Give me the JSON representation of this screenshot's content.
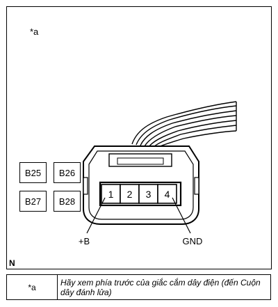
{
  "diagram": {
    "callout": "*a",
    "corner_mark": "N",
    "connectors": [
      "B25",
      "B26",
      "B27",
      "B28"
    ],
    "pins": [
      "1",
      "2",
      "3",
      "4"
    ],
    "pin_labels": {
      "left": "+B",
      "right": "GND"
    }
  },
  "legend": {
    "rows": [
      {
        "key": "*a",
        "text": "Hãy xem phía trước của giắc cắm dây điện (đến Cuộn dây đánh lửa)"
      }
    ]
  }
}
